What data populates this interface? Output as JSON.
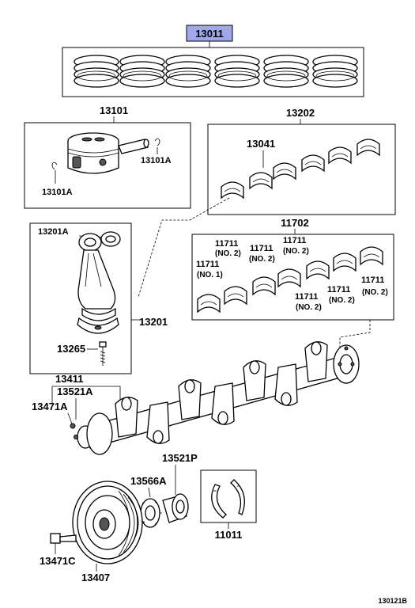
{
  "highlight_color": "#9fa8e8",
  "labels": {
    "piston_ring_set": "13011",
    "piston": "13101",
    "piston_pin_clip_right": "13101A",
    "piston_pin_clip_left": "13101A",
    "con_rod_bearing_set": "13202",
    "con_rod_bearing": "13041",
    "con_rod_bushing": "13201A",
    "connecting_rod": "13201",
    "con_rod_bolt": "13265",
    "main_bearing_set": "11702",
    "main_bearing_a": "11711",
    "main_bearing_a_note": "(NO. 2)",
    "main_bearing_b": "11711",
    "main_bearing_b_note": "(NO. 2)",
    "main_bearing_c": "11711",
    "main_bearing_c_note": "(NO. 2)",
    "main_bearing_d": "11711",
    "main_bearing_d_note": "(NO. 1)",
    "main_bearing_e": "11711",
    "main_bearing_e_note": "(NO. 2)",
    "main_bearing_f": "11711",
    "main_bearing_f_note": "(NO. 2)",
    "crankshaft": "13411",
    "crank_key": "13521A",
    "crank_pin": "13471A",
    "timing_gear_key": "13521P",
    "crank_sprocket": "13566A",
    "thrust_washer_set": "11011",
    "pulley_bolt": "13471C",
    "crank_pulley": "13407",
    "diagram_ref": "130121B"
  }
}
